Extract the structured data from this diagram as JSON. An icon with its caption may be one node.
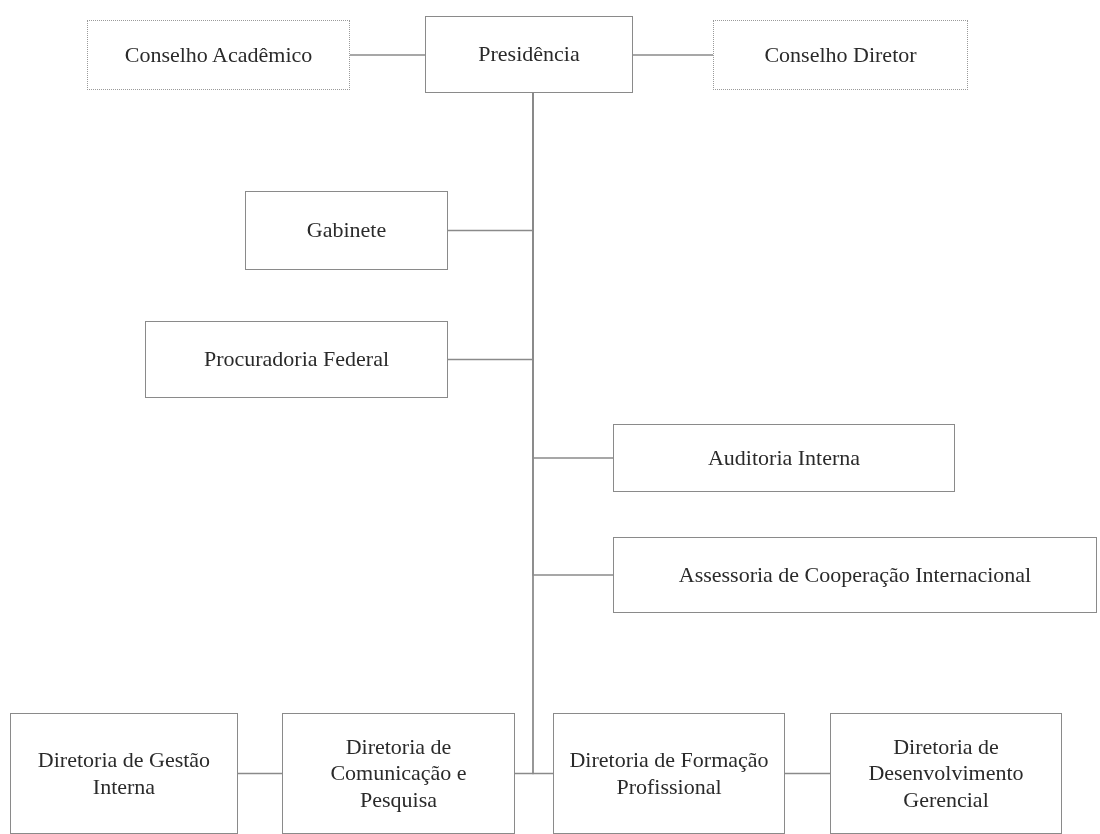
{
  "diagram": {
    "nodes": [
      {
        "text": [
          "Conselho Acadêmico"
        ]
      },
      {
        "text": [
          "Presidência"
        ]
      },
      {
        "text": [
          "Conselho Diretor"
        ]
      },
      {
        "text": [
          "Gabinete"
        ]
      },
      {
        "text": [
          "Procuradoria Federal"
        ]
      },
      {
        "text": [
          "Auditoria Interna"
        ]
      },
      {
        "text": [
          "Assessoria de Cooperação Internacional"
        ]
      },
      {
        "text": [
          "Diretoria de Gestão Interna"
        ]
      },
      {
        "text": [
          "Diretoria de Comunicação e Pesquisa"
        ]
      },
      {
        "text": [
          "Diretoria de Formação Profissional"
        ]
      },
      {
        "text": [
          "Diretoria de Desenvolvimento Gerencial"
        ]
      }
    ],
    "edges": [
      {
        "from": 1,
        "to": 0,
        "arrow": "none"
      },
      {
        "from": 1,
        "to": 2,
        "arrow": "none"
      },
      {
        "from": 1,
        "to": 3,
        "arrow": "none"
      },
      {
        "from": 1,
        "to": 4,
        "arrow": "none"
      },
      {
        "from": 1,
        "to": 5,
        "arrow": "none"
      },
      {
        "from": 1,
        "to": 6,
        "arrow": "none"
      },
      {
        "from": 1,
        "to": 8,
        "arrow": "none"
      },
      {
        "from": 1,
        "to": 9,
        "arrow": "none"
      },
      {
        "from": 7,
        "to": 8,
        "arrow": "none"
      },
      {
        "from": 9,
        "to": 10,
        "arrow": "none"
      }
    ]
  }
}
